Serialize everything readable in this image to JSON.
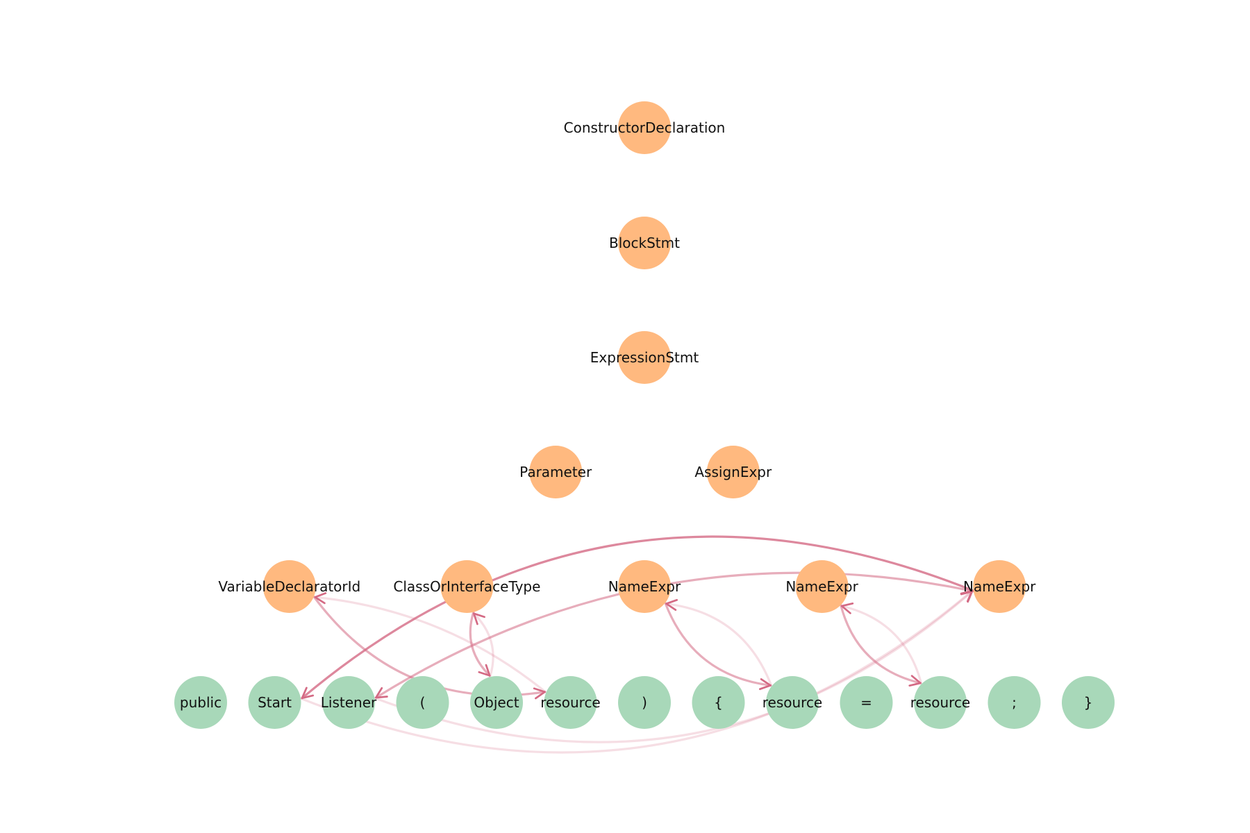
{
  "colors": {
    "ast_node": "#ffb97f",
    "token_node": "#a8d8b9",
    "edge": "#d46a84"
  },
  "ast_nodes": [
    {
      "id": "a0",
      "label": "ConstructorDeclaration",
      "col": 6.0,
      "row": 0
    },
    {
      "id": "a1",
      "label": "BlockStmt",
      "col": 6.0,
      "row": 1
    },
    {
      "id": "a2",
      "label": "ExpressionStmt",
      "col": 6.0,
      "row": 2
    },
    {
      "id": "a3",
      "label": "Parameter",
      "col": 4.8,
      "row": 3
    },
    {
      "id": "a4",
      "label": "AssignExpr",
      "col": 7.2,
      "row": 3
    },
    {
      "id": "a5",
      "label": "VariableDeclaratorId",
      "col": 1.2,
      "row": 4
    },
    {
      "id": "a6",
      "label": "ClassOrInterfaceType",
      "col": 3.6,
      "row": 4
    },
    {
      "id": "a7",
      "label": "NameExpr",
      "col": 6.0,
      "row": 4
    },
    {
      "id": "a8",
      "label": "NameExpr",
      "col": 8.4,
      "row": 4
    },
    {
      "id": "a9",
      "label": "NameExpr",
      "col": 10.8,
      "row": 4
    }
  ],
  "tokens": [
    {
      "id": "t0",
      "label": "public"
    },
    {
      "id": "t1",
      "label": "Start"
    },
    {
      "id": "t2",
      "label": "Listener"
    },
    {
      "id": "t3",
      "label": "("
    },
    {
      "id": "t4",
      "label": "Object"
    },
    {
      "id": "t5",
      "label": "resource"
    },
    {
      "id": "t6",
      "label": ")"
    },
    {
      "id": "t7",
      "label": "{"
    },
    {
      "id": "t8",
      "label": "resource"
    },
    {
      "id": "t9",
      "label": "="
    },
    {
      "id": "t10",
      "label": "resource"
    },
    {
      "id": "t11",
      "label": ";"
    },
    {
      "id": "t12",
      "label": "}"
    }
  ],
  "edges": [
    {
      "from": "a5",
      "to": "t5",
      "rad": -0.3,
      "alpha": 0.55
    },
    {
      "from": "t5",
      "to": "a5",
      "rad": -0.15,
      "alpha": 0.22
    },
    {
      "from": "a6",
      "to": "t4",
      "rad": -0.3,
      "alpha": 0.55
    },
    {
      "from": "t4",
      "to": "a6",
      "rad": -0.3,
      "alpha": 0.22
    },
    {
      "from": "a7",
      "to": "t8",
      "rad": -0.3,
      "alpha": 0.55
    },
    {
      "from": "t8",
      "to": "a7",
      "rad": -0.3,
      "alpha": 0.22
    },
    {
      "from": "a8",
      "to": "t10",
      "rad": -0.3,
      "alpha": 0.55
    },
    {
      "from": "t10",
      "to": "a8",
      "rad": -0.3,
      "alpha": 0.22
    },
    {
      "from": "t1",
      "to": "a9",
      "rad": -0.3,
      "alpha": 0.22
    },
    {
      "from": "t2",
      "to": "a9",
      "rad": -0.3,
      "alpha": 0.22
    },
    {
      "from": "a9",
      "to": "t1",
      "rad": -0.3,
      "alpha": 0.8
    },
    {
      "from": "a9",
      "to": "t2",
      "rad": -0.2,
      "alpha": 0.55
    }
  ]
}
